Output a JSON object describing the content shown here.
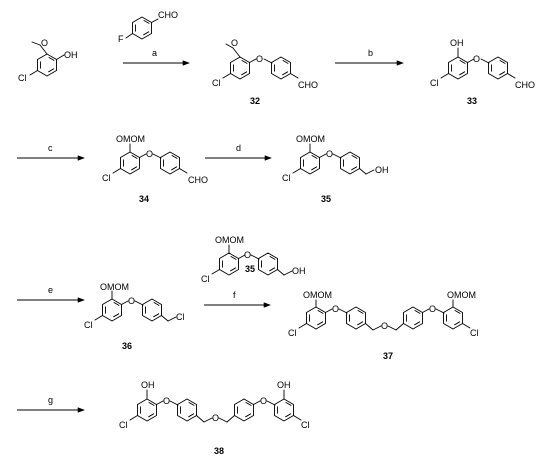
{
  "scheme": {
    "row1": {
      "start_ome": "O",
      "start_oh": "OH",
      "start_cl": "Cl",
      "reagent_f": "F",
      "reagent_cho": "CHO",
      "step": "a",
      "p32_o_me": "O",
      "p32_o": "O",
      "p32_cl": "Cl",
      "p32_cho": "CHO",
      "p32_label": "32",
      "step_b": "b",
      "p33_oh": "OH",
      "p33_o": "O",
      "p33_cl": "Cl",
      "p33_cho": "CHO",
      "p33_label": "33"
    },
    "row2": {
      "step_c": "c",
      "p34_omom": "OMOM",
      "p34_o": "O",
      "p34_cl": "Cl",
      "p34_cho": "CHO",
      "p34_label": "34",
      "step_d": "d",
      "p35_omom": "OMOM",
      "p35_o": "O",
      "p35_cl": "Cl",
      "p35_oh": "OH",
      "p35_label": "35"
    },
    "row3": {
      "step_e": "e",
      "p36_omom": "OMOM",
      "p36_o": "O",
      "p36_cl": "Cl",
      "p36_cl2": "Cl",
      "p36_label": "36",
      "r35_omom": "OMOM",
      "r35_o": "O",
      "r35_cl": "Cl",
      "r35_oh": "OH",
      "r35_label": "35",
      "step_f": "f",
      "p37_omom1": "OMOM",
      "p37_o1": "O",
      "p37_cl1": "Cl",
      "p37_o_mid": "O",
      "p37_o2": "O",
      "p37_omom2": "OMOM",
      "p37_cl2": "Cl",
      "p37_label": "37"
    },
    "row4": {
      "step_g": "g",
      "p38_oh1": "OH",
      "p38_o1": "O",
      "p38_cl1": "Cl",
      "p38_o_mid": "O",
      "p38_o2": "O",
      "p38_oh2": "OH",
      "p38_cl2": "Cl",
      "p38_label": "38"
    }
  }
}
